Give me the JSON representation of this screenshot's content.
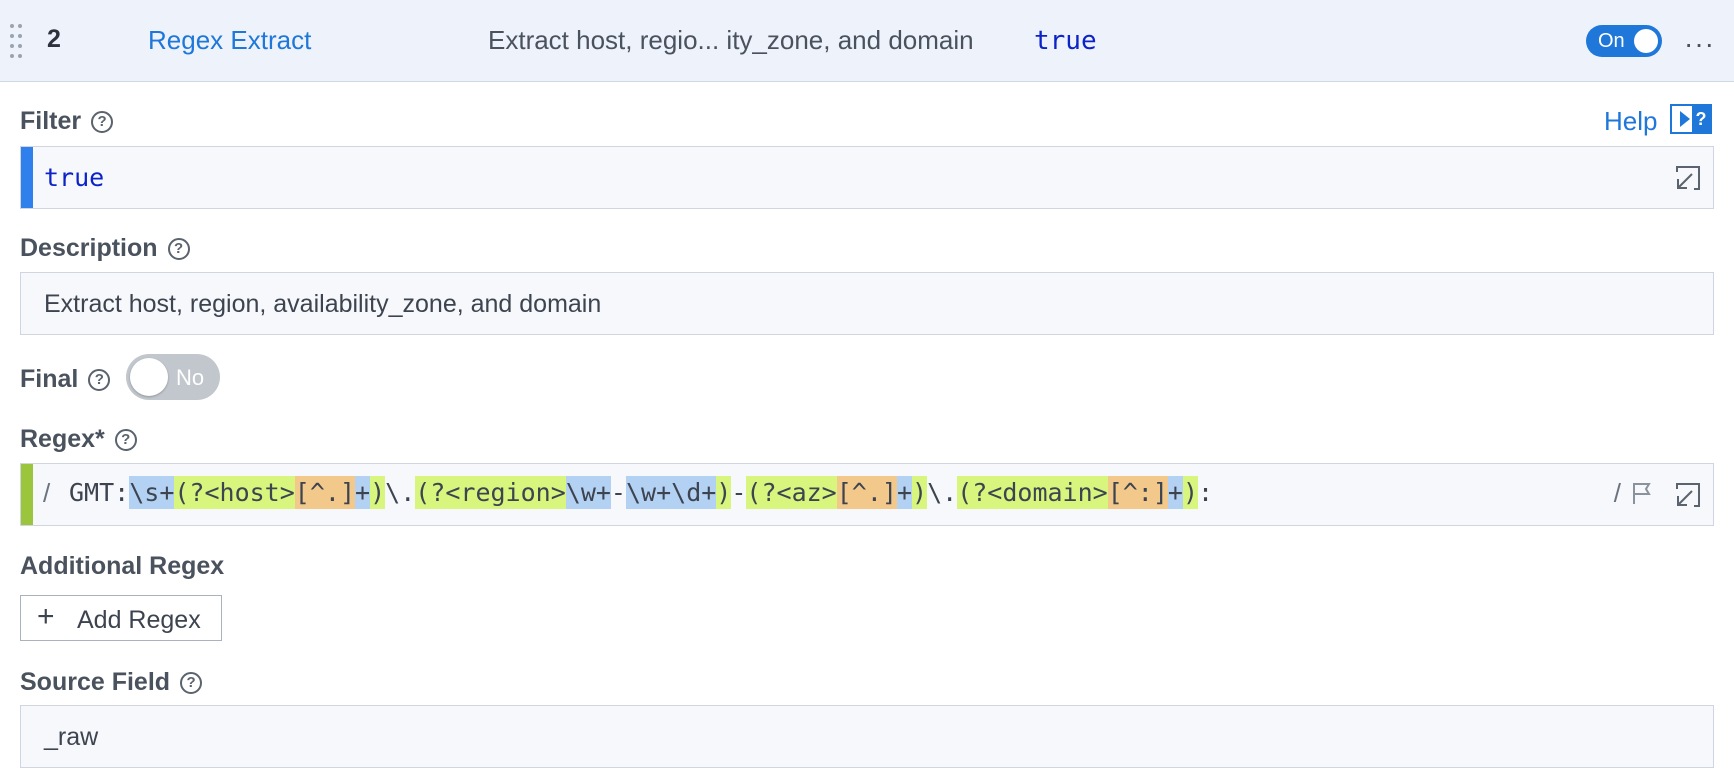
{
  "header": {
    "step_number": "2",
    "function_name": "Regex Extract",
    "description": "Extract host, regio... ity_zone, and domain",
    "filter": "true",
    "enabled_label": "On",
    "more_label": "···"
  },
  "filter": {
    "label": "Filter",
    "value": "true",
    "help_link": "Help",
    "accent_color": "#2f80ed"
  },
  "description": {
    "label": "Description",
    "value": "Extract host, region, availability_zone, and domain"
  },
  "final": {
    "label": "Final",
    "toggle_label": "No"
  },
  "regex": {
    "label": "Regex*",
    "open_delim": "/",
    "close_delim": "/",
    "accent_color": "#9bc53d",
    "tokens": [
      {
        "t": "GMT:",
        "c": ""
      },
      {
        "t": "\\s+",
        "c": "b"
      },
      {
        "t": "(?<host>",
        "c": "g"
      },
      {
        "t": "[^.]",
        "c": "o"
      },
      {
        "t": "+",
        "c": "b"
      },
      {
        "t": ")",
        "c": "g"
      },
      {
        "t": "\\.",
        "c": ""
      },
      {
        "t": "(?<region>",
        "c": "g"
      },
      {
        "t": "\\w+",
        "c": "b"
      },
      {
        "t": "-",
        "c": ""
      },
      {
        "t": "\\w+\\d+",
        "c": "b"
      },
      {
        "t": ")",
        "c": "g"
      },
      {
        "t": "-",
        "c": ""
      },
      {
        "t": "(?<az>",
        "c": "g"
      },
      {
        "t": "[^.]",
        "c": "o"
      },
      {
        "t": "+",
        "c": "b"
      },
      {
        "t": ")",
        "c": "g"
      },
      {
        "t": "\\.",
        "c": ""
      },
      {
        "t": "(?<domain>",
        "c": "g"
      },
      {
        "t": "[^:]",
        "c": "o"
      },
      {
        "t": "+",
        "c": "b"
      },
      {
        "t": ")",
        "c": "g"
      },
      {
        "t": ":",
        "c": ""
      }
    ]
  },
  "additional_regex": {
    "label": "Additional Regex",
    "add_button_label": "Add Regex"
  },
  "source_field": {
    "label": "Source Field",
    "value": "_raw"
  },
  "colors": {
    "brand": "#1e77d9",
    "toggle_off": "#c2c7cd"
  }
}
